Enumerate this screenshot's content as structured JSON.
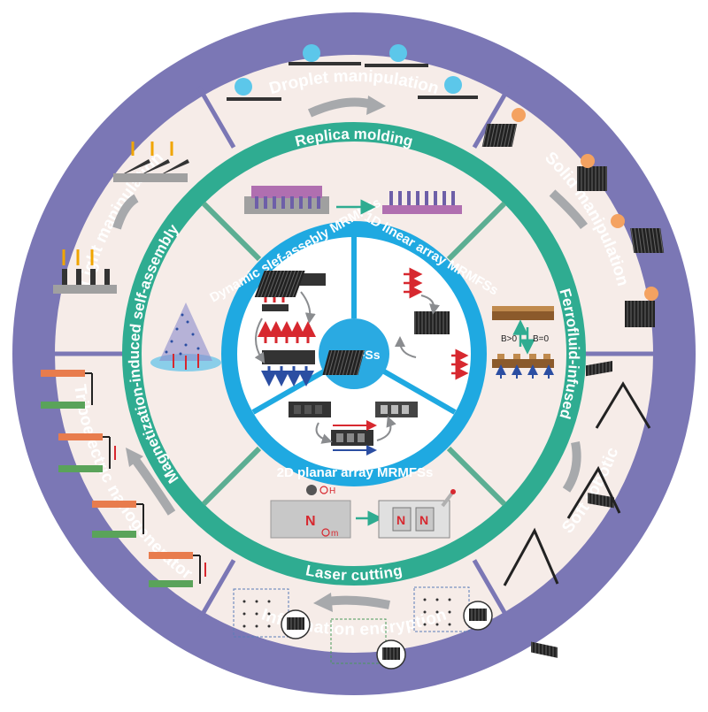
{
  "center": {
    "label": "MRMFSs"
  },
  "inner_sectors": [
    {
      "label": "1D linear array MRMFSs"
    },
    {
      "label": "2D planar  array MRMFSs"
    },
    {
      "label": "Dynamic slef-assebly MRMFSs"
    }
  ],
  "methods": [
    {
      "label": "Replica molding"
    },
    {
      "label": "Ferrofluid-infused"
    },
    {
      "label": "Laser cutting"
    },
    {
      "label": "Magnetization-induced self-assembly"
    }
  ],
  "applications": [
    {
      "label": "Droplet manipulation"
    },
    {
      "label": "Solid manipulation"
    },
    {
      "label": "Soft robotic"
    },
    {
      "label": "Information encryption"
    },
    {
      "label": "Triboelectric nanogenerator"
    },
    {
      "label": "Light manipulation"
    }
  ],
  "field_labels": {
    "b_positive": "B>0",
    "b_zero": "B=0"
  },
  "magnet_labels": {
    "north": "N",
    "h": "H",
    "m": "m"
  },
  "colors": {
    "outer_ring": "#7b77b5",
    "outer_ring_dark": "#5d5a9c",
    "outer_fill": "#f6ece8",
    "green_ring": "#2fac91",
    "green_ring_dark": "#23937b",
    "blue_ring": "#1fa9e1",
    "blue_center": "#2aaae2",
    "arrow_gray": "#a7a9ac"
  }
}
